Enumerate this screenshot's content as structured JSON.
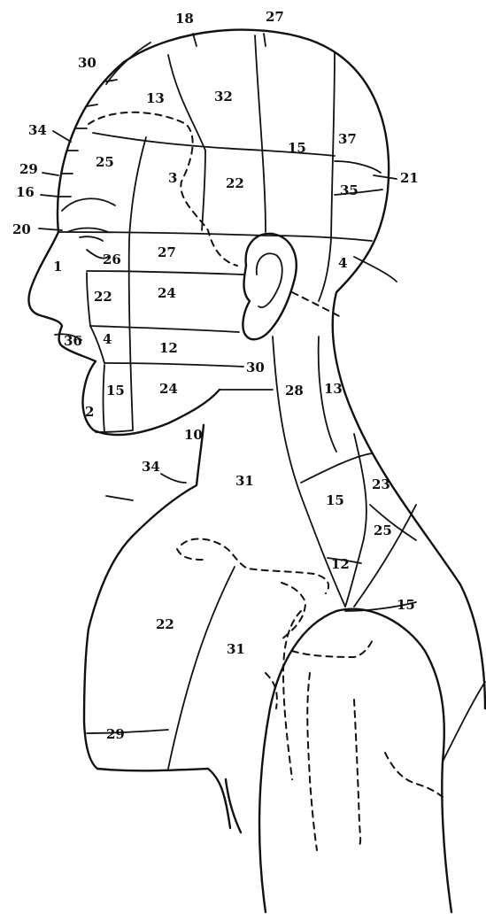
{
  "figure": {
    "ink_color": "#111111",
    "paper_color": "#ffffff",
    "region_labels": [
      "18",
      "27",
      "30",
      "13",
      "32",
      "34",
      "25",
      "37",
      "15",
      "29",
      "16",
      "3",
      "22",
      "35",
      "21",
      "20",
      "27",
      "1",
      "26",
      "4",
      "22",
      "24",
      "36",
      "4",
      "12",
      "30",
      "15",
      "24",
      "28",
      "13",
      "2",
      "10",
      "34",
      "31",
      "15",
      "23",
      "25",
      "12",
      "15",
      "22",
      "31",
      "29"
    ]
  }
}
